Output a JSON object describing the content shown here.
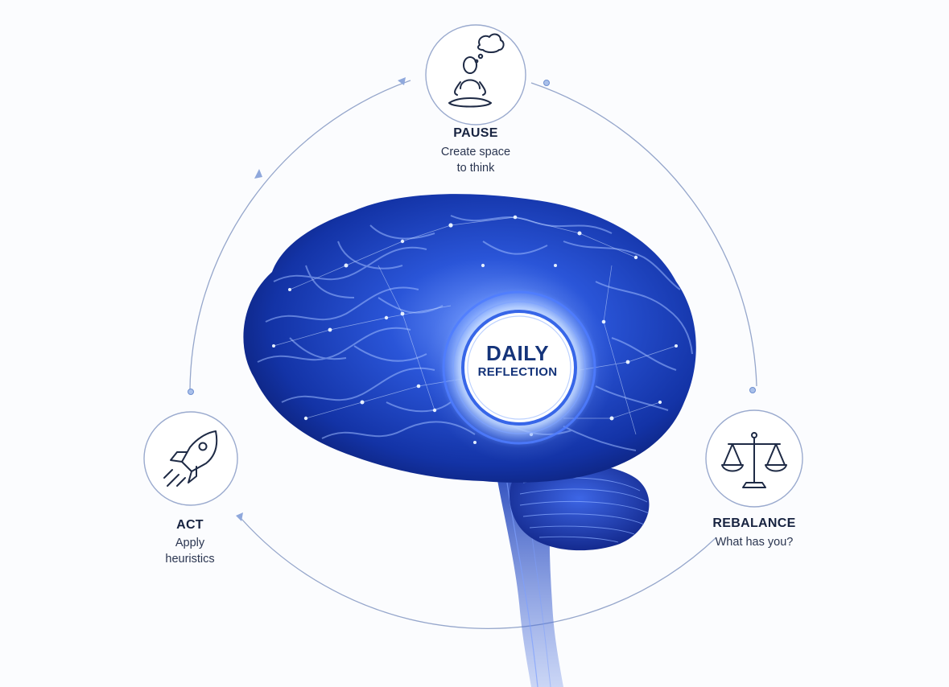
{
  "center": {
    "line1": "DAILY",
    "line2": "REFLECTION"
  },
  "steps": [
    {
      "title": "PAUSE",
      "line1": "Create space",
      "line2": "to think",
      "icon": "meditation-thought-icon"
    },
    {
      "title": "REBALANCE",
      "line1": "What has you?",
      "line2": "",
      "icon": "balance-scale-icon"
    },
    {
      "title": "ACT",
      "line1": "Apply",
      "line2": "heuristics",
      "icon": "rocket-icon"
    }
  ],
  "colors": {
    "cycle_line": "#8ea0c6",
    "icon_stroke": "#1e2a45",
    "brain_deep": "#0b1f6e",
    "brain_glow": "#4f7dff",
    "node_light": "#cfe2ff"
  }
}
